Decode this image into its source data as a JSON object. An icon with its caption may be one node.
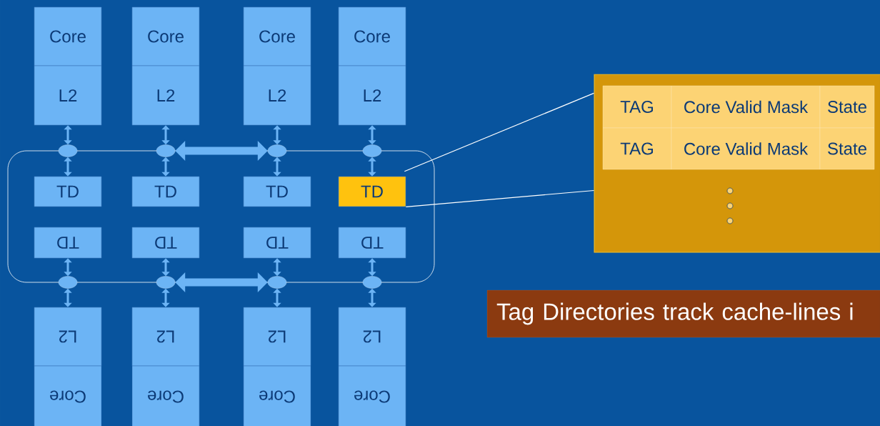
{
  "diagram": {
    "nodes": [
      {
        "text": [
          "Core"
        ]
      },
      {
        "text": [
          "Core"
        ]
      },
      {
        "text": [
          "Core"
        ]
      },
      {
        "text": [
          "Core"
        ]
      },
      {
        "text": [
          "L2"
        ]
      },
      {
        "text": [
          "L2"
        ]
      },
      {
        "text": [
          "L2"
        ]
      },
      {
        "text": [
          "L2"
        ]
      },
      {
        "text": [],
        "shape": "circle"
      },
      {
        "text": [],
        "shape": "circle"
      },
      {
        "text": [],
        "shape": "circle"
      },
      {
        "text": [],
        "shape": "circle"
      },
      {
        "text": [],
        "shape": "box"
      },
      {
        "text": [
          "TD"
        ],
        "in": 12
      },
      {
        "text": [
          "TD"
        ],
        "in": 12
      },
      {
        "text": [
          "TD"
        ],
        "in": 12
      },
      {
        "text": [
          "TD"
        ],
        "in": 12
      },
      {
        "text": [
          "TD"
        ],
        "in": 12
      },
      {
        "text": [
          "TD"
        ],
        "in": 12
      },
      {
        "text": [
          "TD"
        ],
        "in": 12
      },
      {
        "text": [
          "TD"
        ],
        "in": 12
      },
      {
        "text": [],
        "shape": "circle"
      },
      {
        "text": [],
        "shape": "circle"
      },
      {
        "text": [],
        "shape": "circle"
      },
      {
        "text": [],
        "shape": "circle"
      },
      {
        "text": [
          "L2"
        ]
      },
      {
        "text": [
          "L2"
        ]
      },
      {
        "text": [
          "L2"
        ]
      },
      {
        "text": [
          "L2"
        ]
      },
      {
        "text": [
          "Core"
        ]
      },
      {
        "text": [
          "Core"
        ]
      },
      {
        "text": [
          "Core"
        ]
      },
      {
        "text": [
          "Core"
        ]
      },
      {
        "text": [],
        "shape": "box"
      },
      {
        "text": [
          "TAG"
        ],
        "in": 33
      },
      {
        "text": [
          "Core Valid Mask"
        ],
        "in": 33
      },
      {
        "text": [
          "State"
        ],
        "in": 33
      },
      {
        "text": [
          "TAG"
        ],
        "in": 33
      },
      {
        "text": [
          "Core Valid Mask"
        ],
        "in": 33
      },
      {
        "text": [
          "State"
        ],
        "in": 33
      },
      {
        "text": [
          "Tag Directories track cache-lines i"
        ]
      }
    ],
    "edges": [
      {
        "from": 4,
        "to": 8,
        "arrow": "both"
      },
      {
        "from": 5,
        "to": 9,
        "arrow": "both"
      },
      {
        "from": 6,
        "to": 10,
        "arrow": "both"
      },
      {
        "from": 7,
        "to": 11,
        "arrow": "both"
      },
      {
        "from": 8,
        "to": 13,
        "arrow": "both"
      },
      {
        "from": 9,
        "to": 14,
        "arrow": "both"
      },
      {
        "from": 10,
        "to": 15,
        "arrow": "both"
      },
      {
        "from": 11,
        "to": 16,
        "arrow": "both"
      },
      {
        "from": 17,
        "to": 21,
        "arrow": "both"
      },
      {
        "from": 18,
        "to": 22,
        "arrow": "both"
      },
      {
        "from": 19,
        "to": 23,
        "arrow": "both"
      },
      {
        "from": 20,
        "to": 24,
        "arrow": "both"
      },
      {
        "from": 21,
        "to": 25,
        "arrow": "both"
      },
      {
        "from": 22,
        "to": 26,
        "arrow": "both"
      },
      {
        "from": 23,
        "to": 27,
        "arrow": "both"
      },
      {
        "from": 24,
        "to": 28,
        "arrow": "both"
      },
      {
        "from": 16,
        "to": 33,
        "arrow": "none",
        "color": "#ffffff"
      },
      {
        "from": 16,
        "to": 33,
        "arrow": "none",
        "color": "#ffffff"
      },
      {
        "from": 9,
        "to": 10,
        "arrow": "both",
        "style": "thick"
      },
      {
        "from": 22,
        "to": 23,
        "arrow": "both",
        "style": "thick"
      }
    ]
  }
}
